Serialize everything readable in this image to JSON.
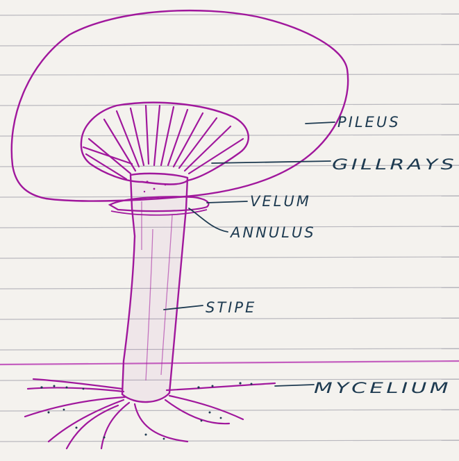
{
  "diagram": {
    "labels": {
      "pileus": "PILEUS",
      "gill_rays": "GILLRAYS",
      "velum": "VELUM",
      "annulus": "ANNULUS",
      "stipe": "STIPE",
      "mycelium": "MYCELIUM"
    },
    "colors": {
      "paper": "#f4f2ee",
      "ruled_line": "#b9b8be",
      "margin_line": "#c45fbf",
      "ink_magenta": "#a0179c",
      "ink_label": "#1d3a50"
    }
  }
}
